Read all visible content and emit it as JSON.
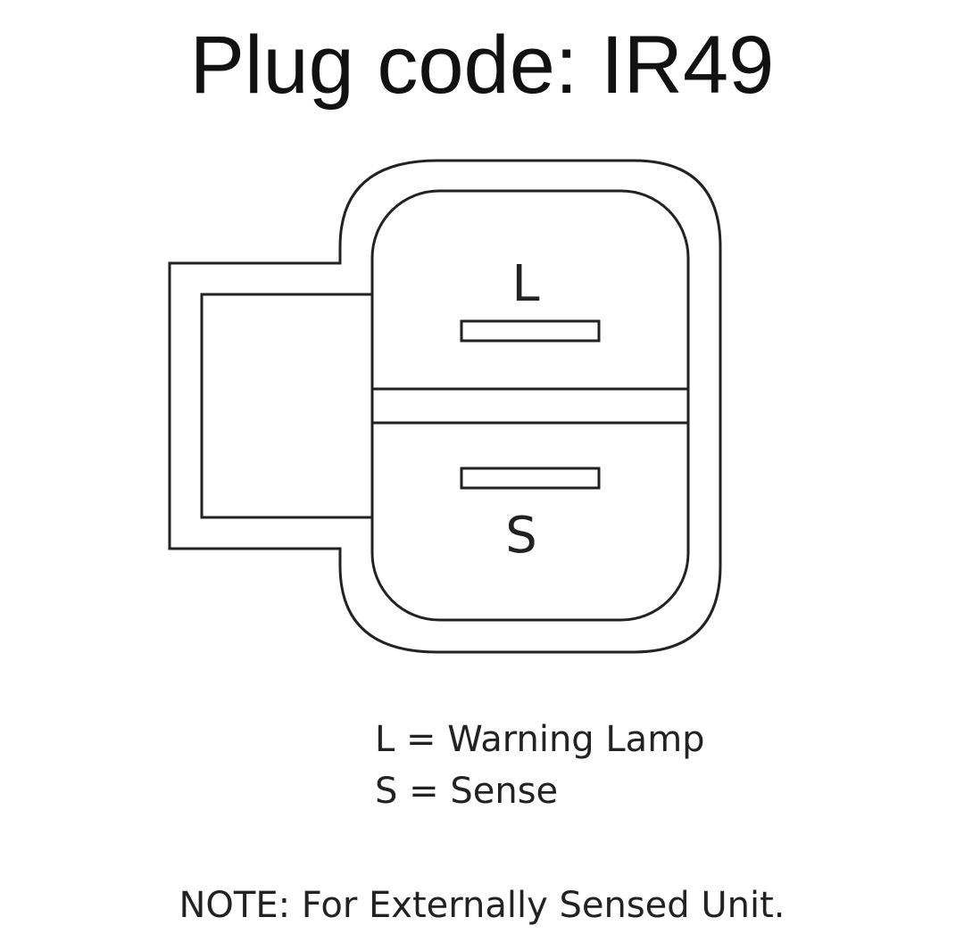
{
  "title": "Plug code: IR49",
  "terminals": [
    {
      "label": "L"
    },
    {
      "label": "S"
    }
  ],
  "legend": [
    {
      "text": "L = Warning Lamp"
    },
    {
      "text": "S = Sense"
    }
  ],
  "note": "NOTE: For Externally Sensed Unit."
}
